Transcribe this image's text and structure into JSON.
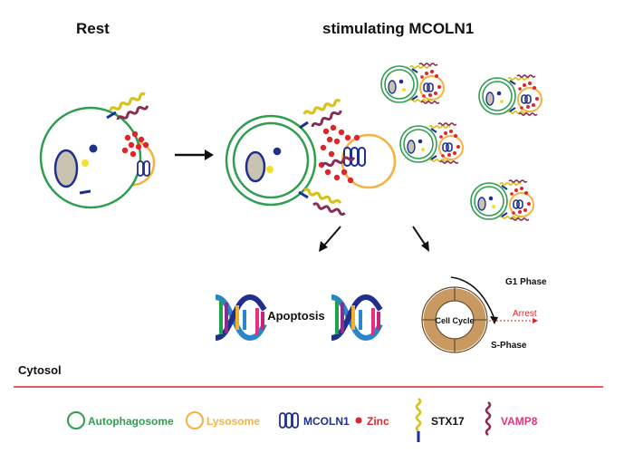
{
  "headings": {
    "rest": "Rest",
    "stimulating": "stimulating MCOLN1"
  },
  "labels": {
    "apoptosis": "Apoptosis",
    "cell_cycle": "Cell Cycle",
    "g1_phase": "G1 Phase",
    "s_phase": "S-Phase",
    "arrest": "Arrest",
    "cytosol": "Cytosol"
  },
  "legend": {
    "autophagosome": "Autophagosome",
    "lysosome": "Lysosome",
    "mcoln1": "MCOLN1",
    "zinc": "Zinc",
    "stx17": "STX17",
    "vamp8": "VAMP8"
  },
  "colors": {
    "autophagosome": "#2e9e4f",
    "lysosome": "#f4b23e",
    "mcoln1": "#1f2f8f",
    "zinc": "#e0242a",
    "stx17": "#d8c21a",
    "vamp8": "#8a2d55",
    "vamp8_label": "#e8317d",
    "arrest": "#e0242a",
    "cytosol_line": "#e0242a",
    "cell_cycle_ring": "#c89a62"
  }
}
